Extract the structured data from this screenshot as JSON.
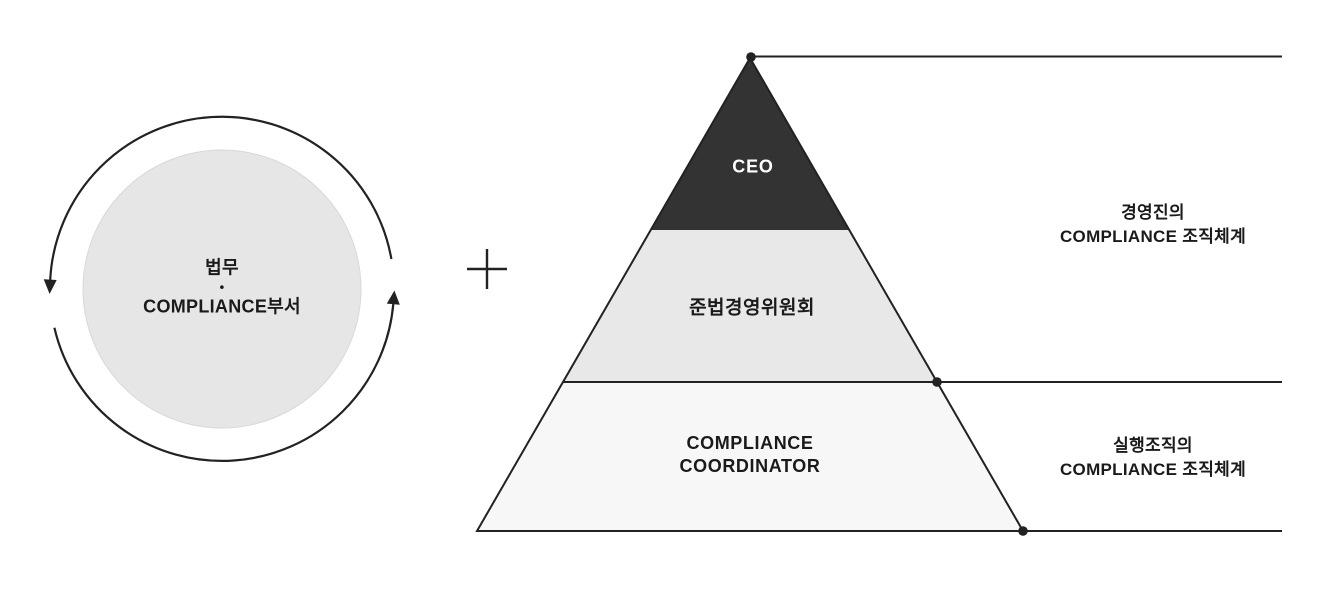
{
  "left_circle": {
    "label_top": "법무",
    "separator": "•",
    "label_bottom": "COMPLIANCE부서",
    "fill_color": "#e6e6e6",
    "border_color": "#d8d8d8"
  },
  "icons": {
    "plus": "plus-icon",
    "cycle_arrows": "counterclockwise-cycle-arrows-icon"
  },
  "pyramid": {
    "levels": [
      {
        "label": "CEO",
        "color": "#333333",
        "text_color": "#ffffff"
      },
      {
        "label": "준법경영위원회",
        "color": "#e8e8e8",
        "text_color": "#1a1a1a"
      },
      {
        "label_line1": "COMPLIANCE",
        "label_line2": "COORDINATOR",
        "color": "#f7f7f7",
        "text_color": "#1a1a1a"
      }
    ]
  },
  "annotations": [
    {
      "line1": "경영진의",
      "line2": "COMPLIANCE 조직체계"
    },
    {
      "line1": "실행조직의",
      "line2": "COMPLIANCE 조직체계"
    }
  ],
  "colors": {
    "line": "#222222",
    "text": "#1a1a1a",
    "background": "#ffffff"
  }
}
